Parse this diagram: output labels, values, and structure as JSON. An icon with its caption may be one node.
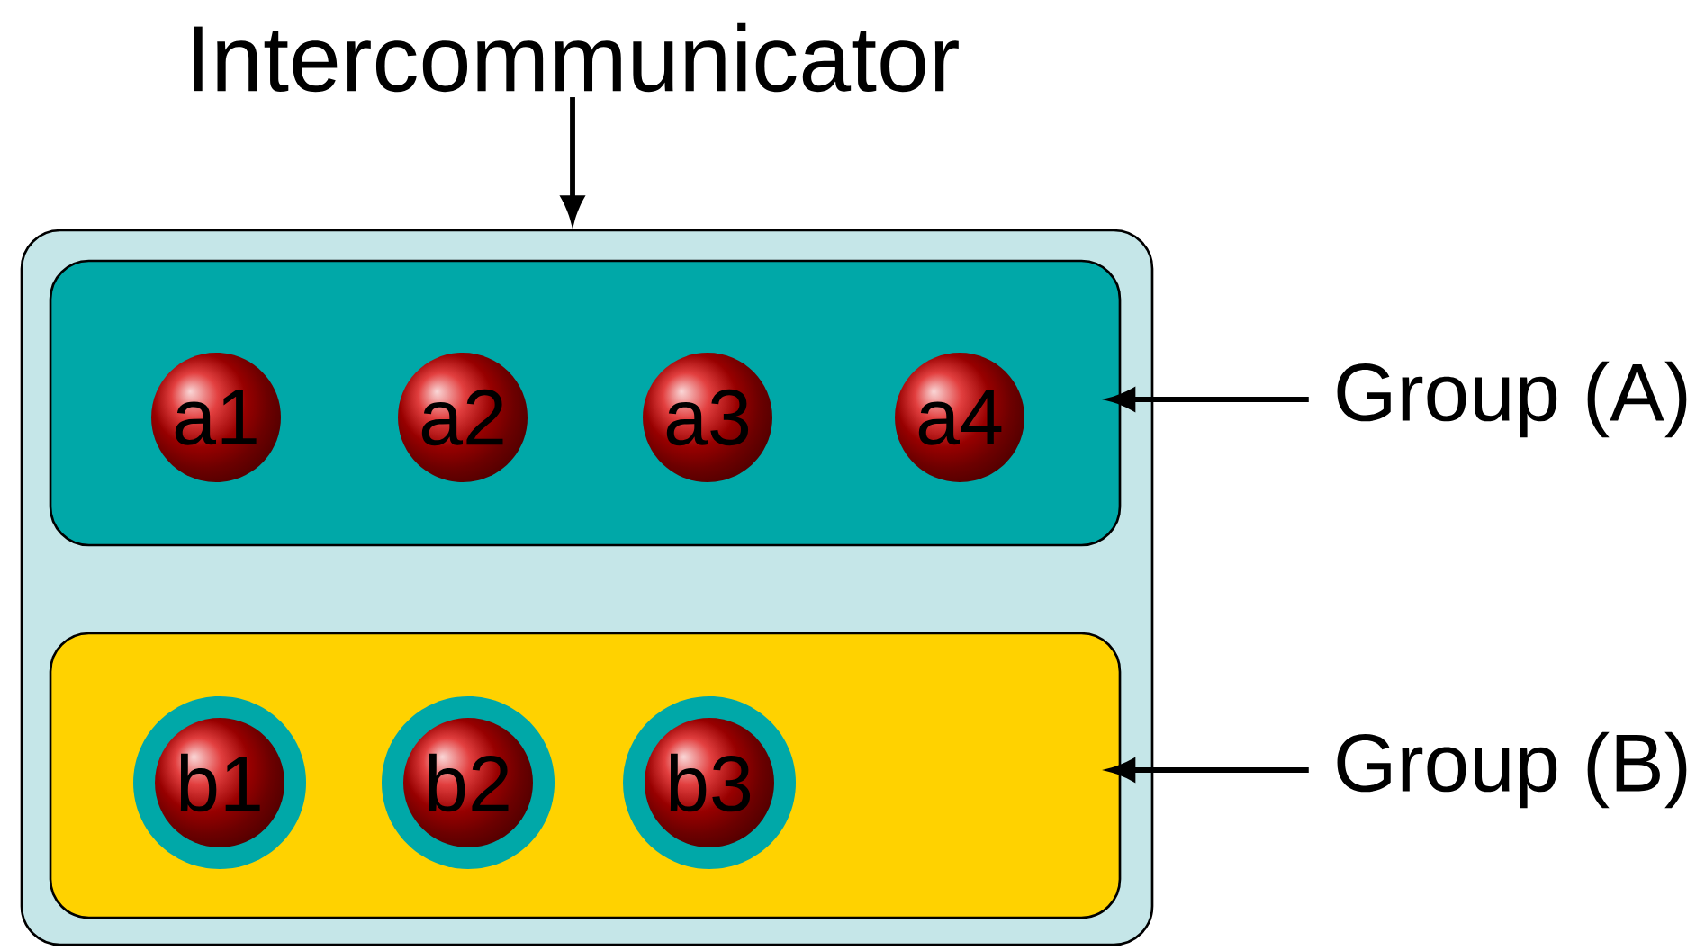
{
  "diagram": {
    "nodes": [
      {
        "text": [
          "Intercommunicator"
        ]
      },
      {
        "text": [],
        "shape": "box"
      },
      {
        "text": [],
        "shape": "box",
        "in": 1
      },
      {
        "text": [
          "a1"
        ],
        "in": 2
      },
      {
        "text": [
          "a2"
        ],
        "in": 2
      },
      {
        "text": [
          "a3"
        ],
        "in": 2
      },
      {
        "text": [
          "a4"
        ],
        "in": 2
      },
      {
        "text": [],
        "shape": "box",
        "in": 1
      },
      {
        "text": [
          "b1"
        ],
        "in": 7
      },
      {
        "text": [
          "b2"
        ],
        "in": 7
      },
      {
        "text": [
          "b3"
        ],
        "in": 7
      },
      {
        "text": [
          "Group (A)"
        ]
      },
      {
        "text": [
          "Group (B)"
        ]
      }
    ],
    "edges": [
      {
        "from": 0,
        "to": 1,
        "arrow": "to"
      },
      {
        "from": 11,
        "to": 2,
        "arrow": "to"
      },
      {
        "from": 12,
        "to": 7,
        "arrow": "to"
      }
    ]
  }
}
